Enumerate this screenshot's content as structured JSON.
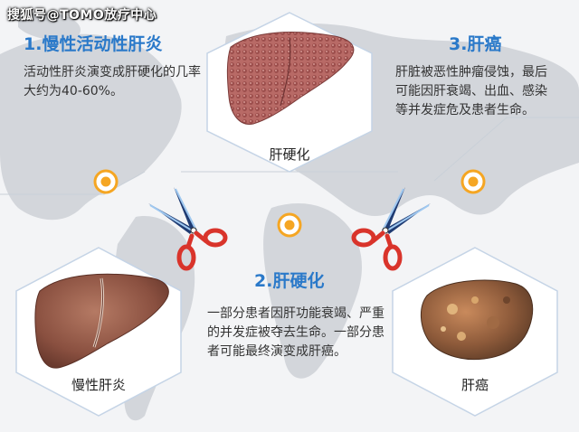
{
  "watermark": "搜狐号@TOMO放疗中心",
  "stages": {
    "hepatitis": {
      "heading": "1.慢性活动性肝炎",
      "description": "活动性肝炎演变成肝硬化的几率大约为40-60%。",
      "hex_label": "慢性肝炎"
    },
    "cirrhosis": {
      "heading": "2.肝硬化",
      "description": "一部分患者因肝功能衰竭、严重的并发症被夺去生命。一部分患者可能最终演变成肝癌。",
      "hex_label": "肝硬化"
    },
    "cancer": {
      "heading": "3.肝癌",
      "description": "肝脏被恶性肿瘤侵蚀，最后可能因肝衰竭、出血、感染等并发症危及患者生命。",
      "hex_label": "肝癌"
    }
  },
  "colors": {
    "heading_blue": "#2a79c9",
    "target_orange": "#f5a623",
    "scissor_red": "#d9342b",
    "hex_border": "#c5d4e6"
  }
}
